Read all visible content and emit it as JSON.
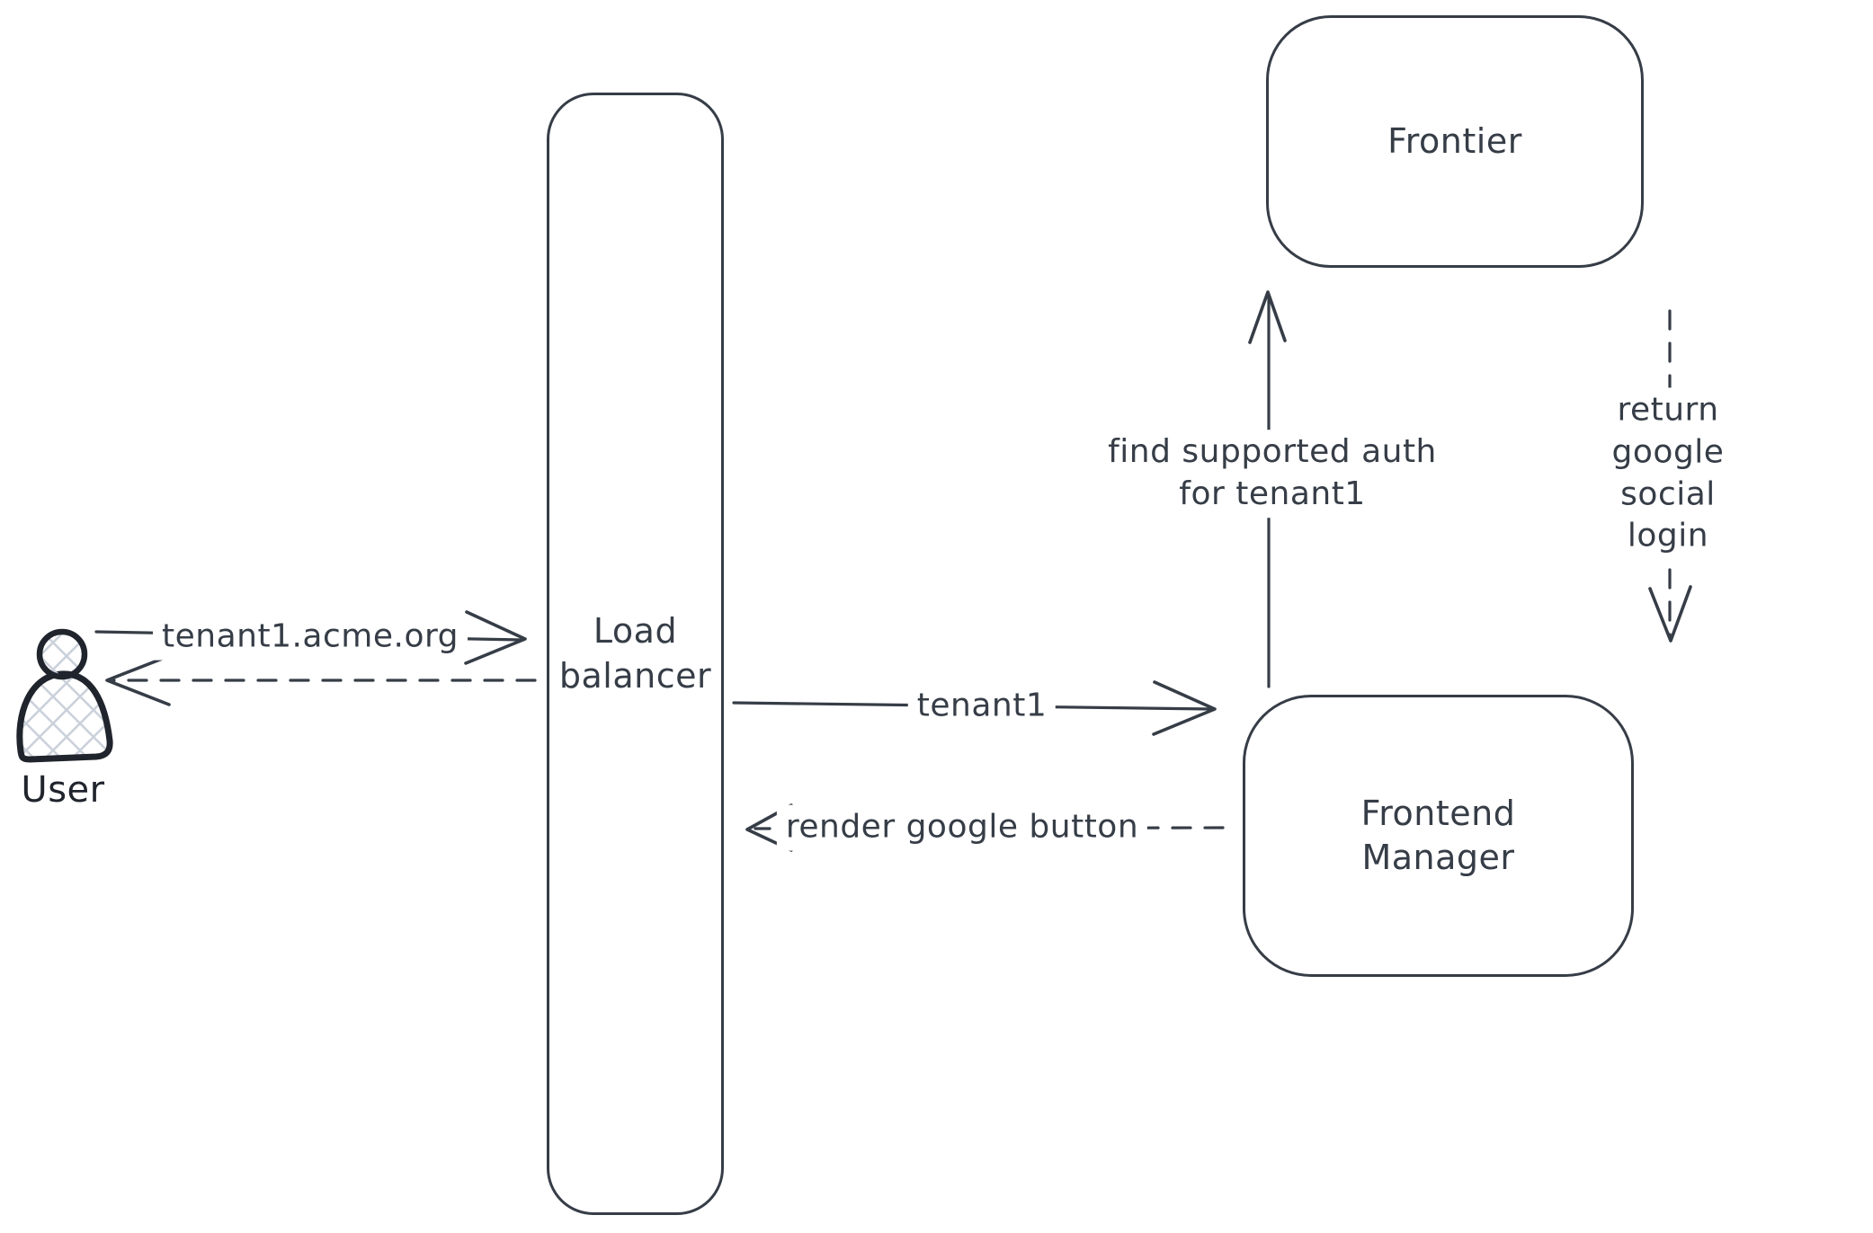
{
  "canvas": {
    "background": "#ffffff",
    "ink_color": "#363d47",
    "actor_ink_color": "#20242c",
    "hatch_color": "#ccd2db"
  },
  "nodes": {
    "user": {
      "label": "User",
      "icon": "person-icon"
    },
    "load_balancer": {
      "label": "Load\nbalancer"
    },
    "frontier": {
      "label": "Frontier"
    },
    "frontend_manager": {
      "label": "Frontend\nManager"
    }
  },
  "edges": {
    "user_to_load_balancer": {
      "label": "tenant1.acme.org",
      "style": "solid",
      "direction": "right"
    },
    "load_balancer_to_user": {
      "label": "",
      "style": "dashed",
      "direction": "left"
    },
    "load_balancer_to_frontend_manager": {
      "label": "tenant1",
      "style": "solid",
      "direction": "right"
    },
    "frontend_manager_to_load_balancer": {
      "label": "render google button",
      "style": "dashed",
      "direction": "left"
    },
    "frontend_manager_to_frontier": {
      "label": "find supported auth\nfor tenant1",
      "style": "solid",
      "direction": "up"
    },
    "frontier_to_frontend_manager": {
      "label": "return google social\nlogin",
      "style": "dashed",
      "direction": "down"
    }
  }
}
